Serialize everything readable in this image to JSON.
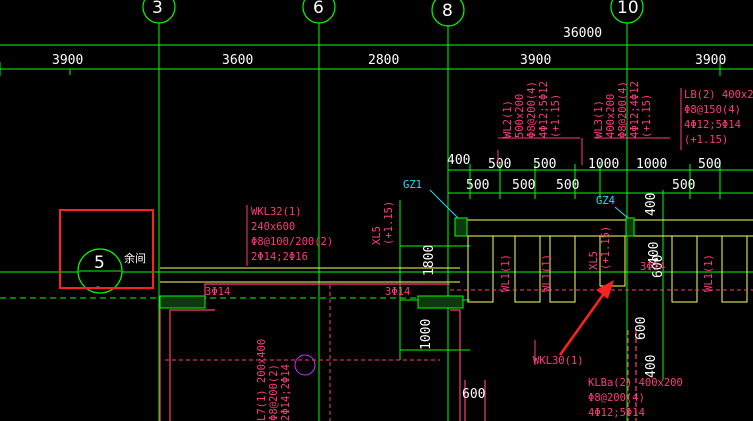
{
  "axes": {
    "top": [
      "3",
      "6",
      "8",
      "10"
    ],
    "left_circle": "5",
    "left_circle_sub": "-"
  },
  "annotation_yuye": "余间",
  "dimensions": {
    "total": "36000",
    "row1": [
      "3900",
      "3600",
      "2800",
      "3900",
      "3900"
    ],
    "row2": [
      "400",
      "500",
      "500",
      "1000",
      "1000",
      "500"
    ],
    "row3": [
      "500",
      "500",
      "500",
      "500"
    ],
    "vertical": [
      "1800",
      "1000",
      "400",
      "600",
      "400",
      "600",
      "400"
    ]
  },
  "beam_labels": {
    "wkl32": [
      "WKL32(1)",
      "240x600",
      "Φ8@100/200(2)",
      "2Φ14;2Φ16"
    ],
    "wl2": [
      "WL2(1)",
      "500x200",
      "Φ8@200(4)",
      "4Φ12;5Φ12",
      "(+1.15)"
    ],
    "wl3": [
      "WL3(1)",
      "400x200",
      "Φ8@200(4)",
      "4Φ12;4Φ12",
      "(+1.15)"
    ],
    "lb2": [
      "LB(2) 400x200",
      "Φ8@150(4)",
      "4Φ12;5Φ14",
      "(+1.15)"
    ],
    "l7": [
      "L7(1) 200x400",
      "Φ8@200(2)",
      "2Φ14;2Φ14"
    ],
    "wkl30": "WKL30(1)",
    "klba": [
      "KLBa(2) 400x200",
      "Φ8@200(4)",
      "4Φ12;5Φ14"
    ],
    "xl5_left": [
      "XL5",
      "(+1.15)"
    ],
    "xl5_right": [
      "XL5",
      "(+1.15)"
    ],
    "wl1": [
      "WL1(1)",
      "WL1(1)",
      "WL1(1)"
    ],
    "rebar": [
      "3Φ14",
      "3Φ14",
      "3Φ14"
    ]
  },
  "column_tags": [
    "GZ1",
    "GZ4"
  ],
  "colors": {
    "background": "#000000",
    "axis_line": "#00ff00",
    "dimension": "#ffffff",
    "beam_text": "#ff3b7a",
    "column_tag": "#22e0ff",
    "highlight_box": "#ff2020",
    "arrow": "#ff2020",
    "outline_yellow": "#ffff66",
    "hatch": "#00ff00"
  }
}
